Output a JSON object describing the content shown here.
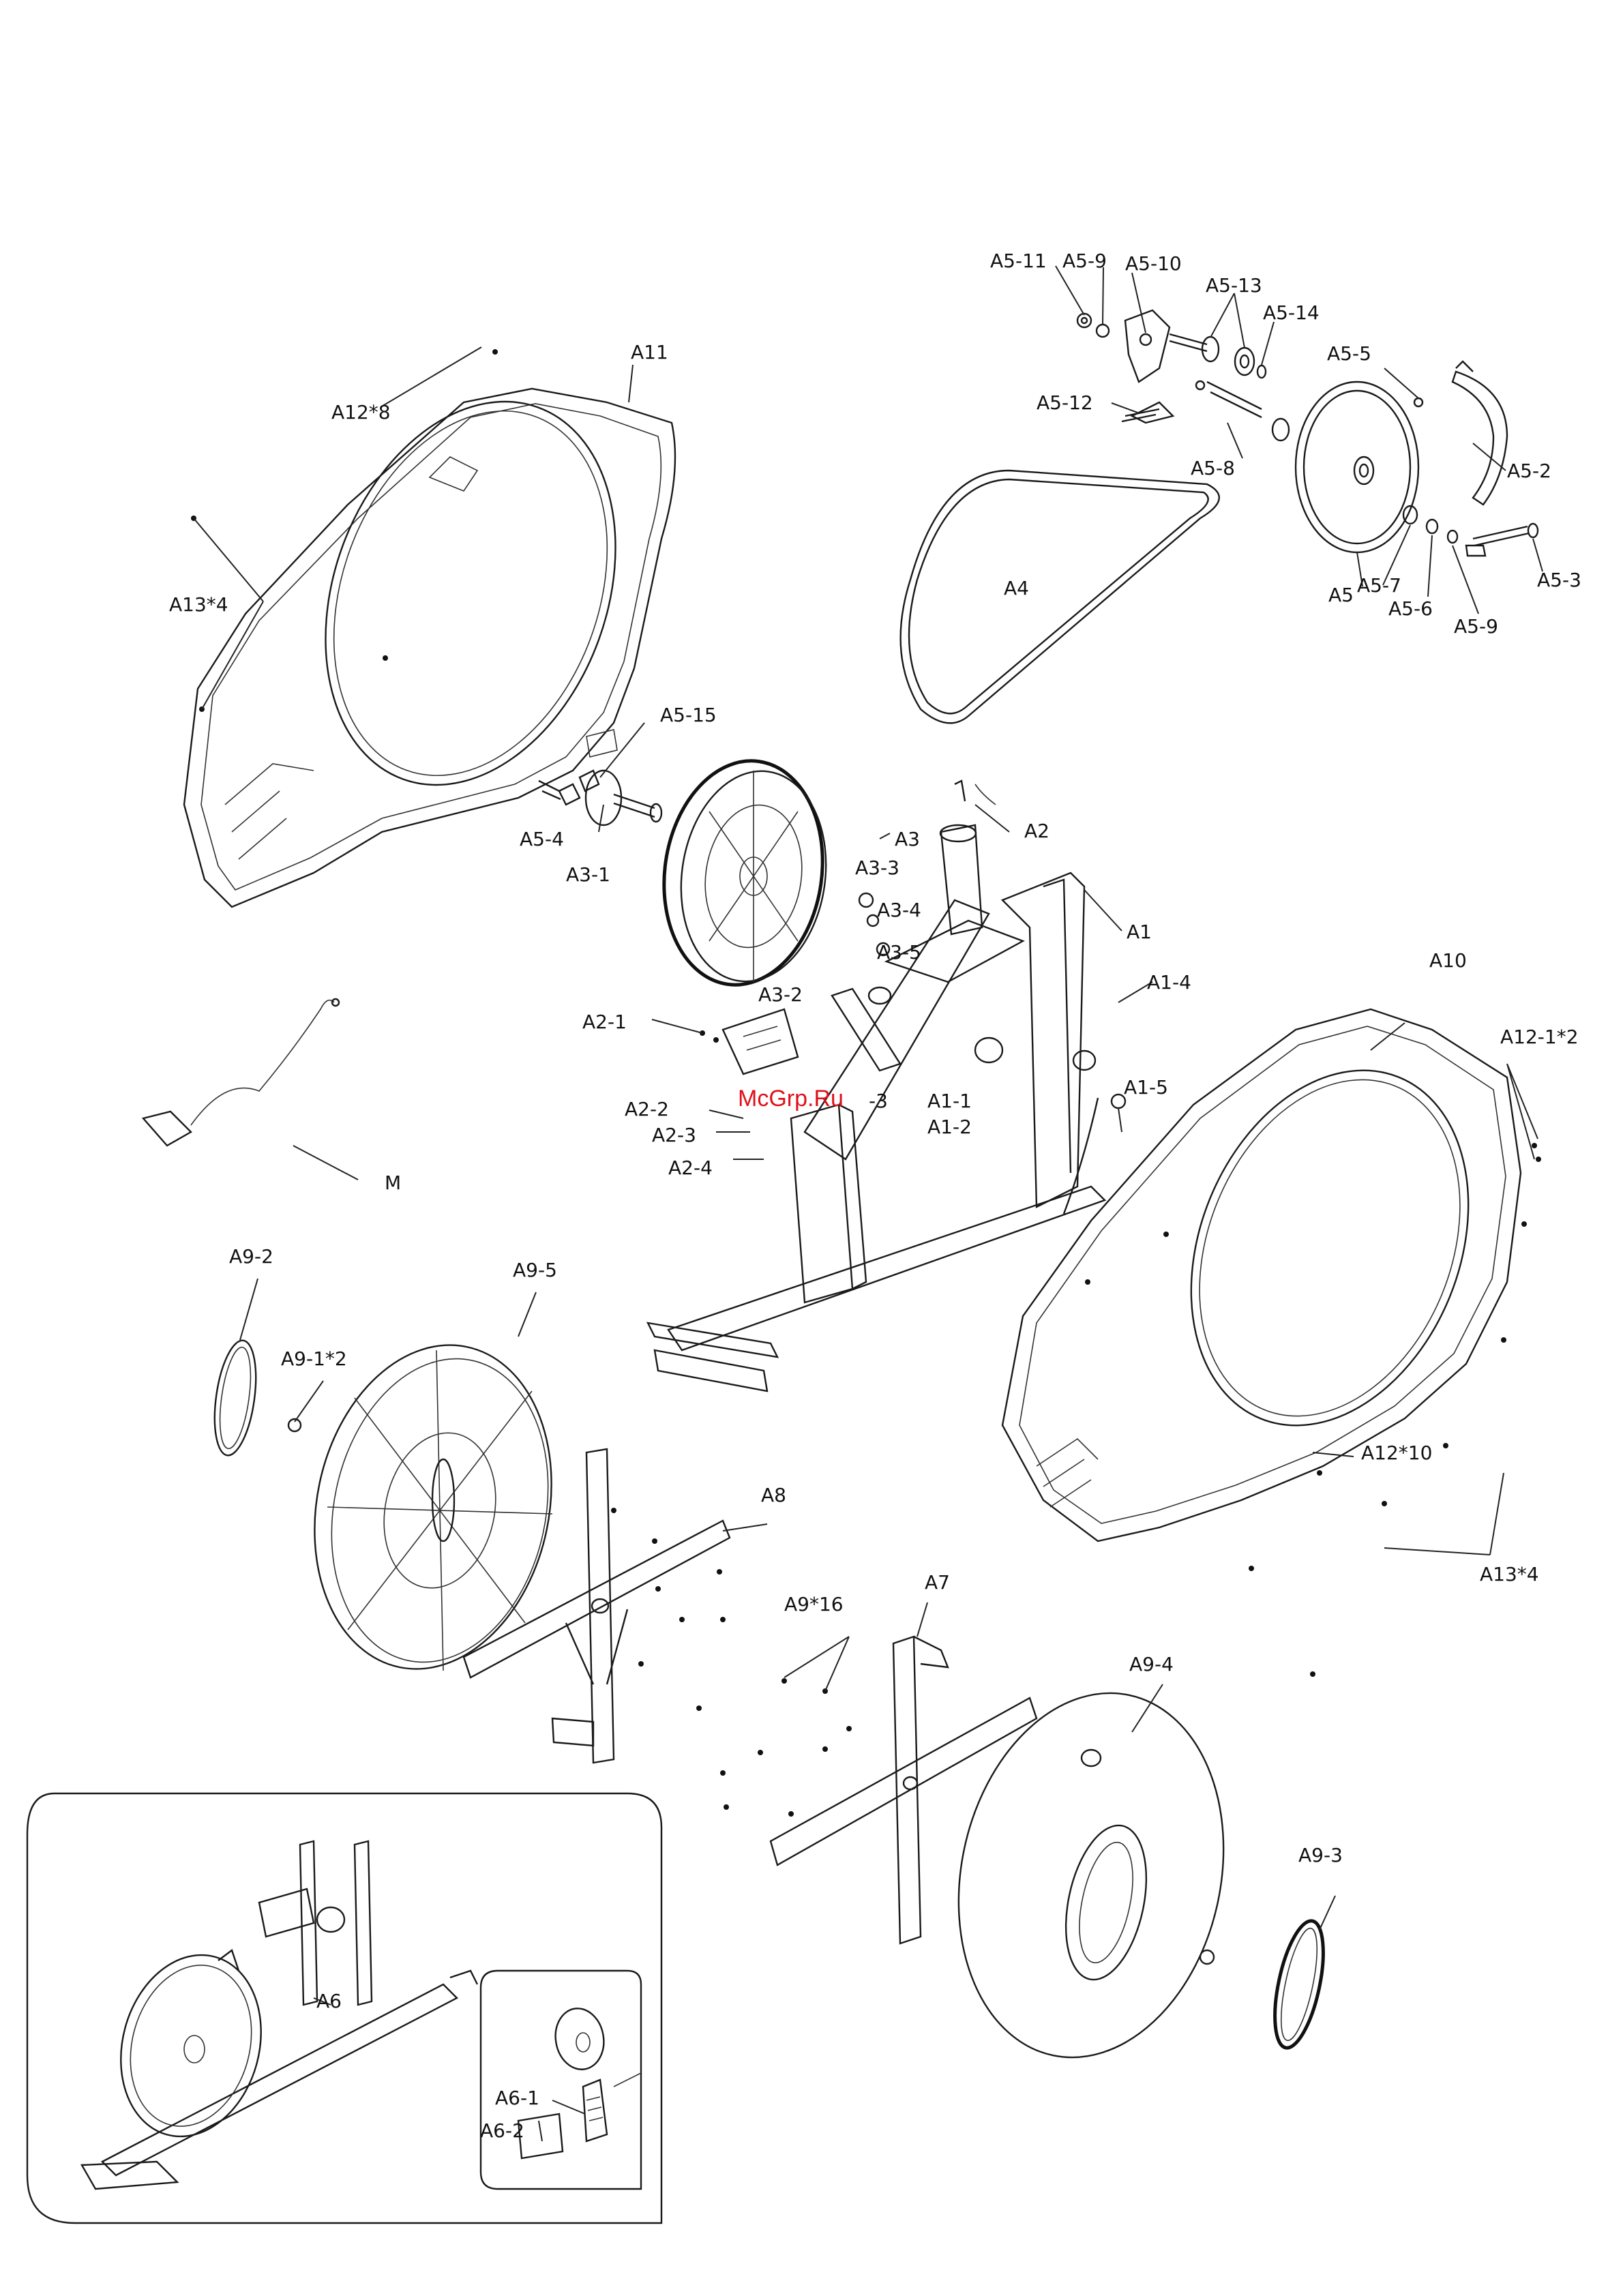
{
  "watermark": "McGrp.Ru",
  "labels": {
    "a5_11": "A5-11",
    "a5_9_top": "A5-9",
    "a5_10": "A5-10",
    "a5_13": "A5-13",
    "a5_14": "A5-14",
    "a5_5": "A5-5",
    "a5_12": "A5-12",
    "a5_8": "A5-8",
    "a5_2": "A5-2",
    "a5_3": "A5-3",
    "a5": "A5",
    "a5_7": "A5-7",
    "a5_6": "A5-6",
    "a5_9_bot": "A5-9",
    "a11": "A11",
    "a12_8": "A12*8",
    "a13_4_left": "A13*4",
    "a4": "A4",
    "a5_15": "A5-15",
    "a5_4": "A5-4",
    "a3_1": "A3-1",
    "a3": "A3",
    "a2": "A2",
    "a3_3": "A3-3",
    "a3_4": "A3-4",
    "a3_5": "A3-5",
    "a3_2": "A3-2",
    "a1": "A1",
    "a1_4": "A1-4",
    "a2_1": "A2-1",
    "a10": "A10",
    "a12_1_2": "A12-1*2",
    "a1_5": "A1-5",
    "a1_1": "A1-1",
    "a1_2": "A1-2",
    "a1_3": "-3",
    "m": "M",
    "a2_2": "A2-2",
    "a2_3": "A2-3",
    "a2_4": "A2-4",
    "a9_2": "A9-2",
    "a9_5": "A9-5",
    "a9_1_2": "A9-1*2",
    "a8": "A8",
    "a12_10": "A12*10",
    "a13_4_right": "A13*4",
    "a9_16": "A9*16",
    "a7": "A7",
    "a9_4": "A9-4",
    "a9_3": "A9-3",
    "a6": "A6",
    "a6_1": "A6-1",
    "a6_2": "A6-2"
  }
}
